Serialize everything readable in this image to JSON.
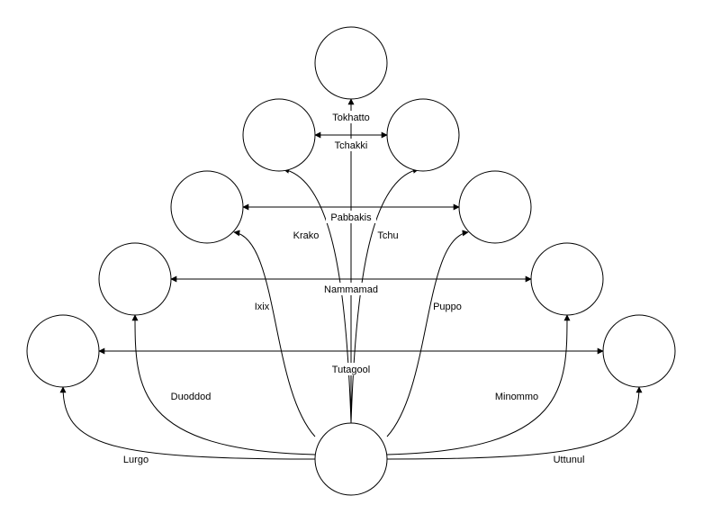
{
  "diagram": {
    "labels": {
      "tokhatto": "Tokhatto",
      "tchakki": "Tchakki",
      "pabbakis": "Pabbakis",
      "krako": "Krako",
      "tchu": "Tchu",
      "nammamad": "Nammamad",
      "ixix": "Ixix",
      "puppo": "Puppo",
      "tutagool": "Tutagool",
      "duoddod": "Duoddod",
      "minommo": "Minommo",
      "lurgo": "Lurgo",
      "uttunul": "Uttunul"
    }
  }
}
